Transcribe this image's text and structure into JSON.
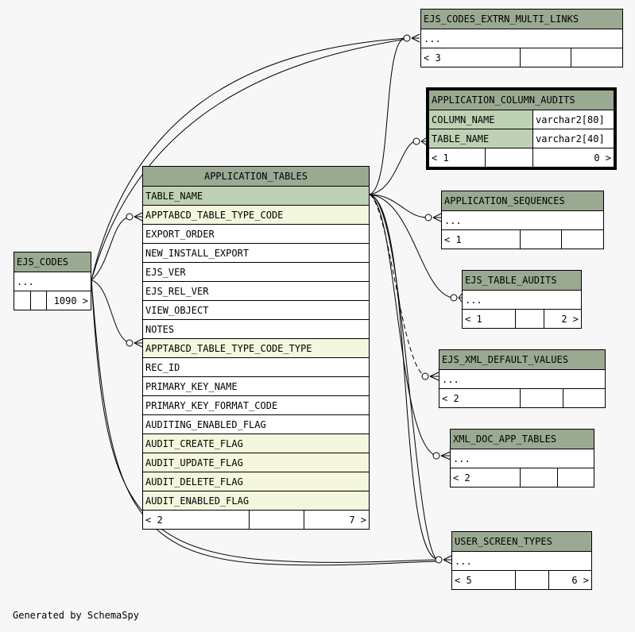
{
  "tables": {
    "ejs_codes_extrn_multi_links": {
      "name": "EJS_CODES_EXTRN_MULTI_LINKS",
      "ellipsis": "...",
      "parents": "< 3",
      "children": ""
    },
    "application_column_audits": {
      "name": "APPLICATION_COLUMN_AUDITS",
      "columns": [
        {
          "name": "COLUMN_NAME",
          "type": "varchar2[80]"
        },
        {
          "name": "TABLE_NAME",
          "type": "varchar2[40]"
        }
      ],
      "parents": "< 1",
      "children": "0 >"
    },
    "application_sequences": {
      "name": "APPLICATION_SEQUENCES",
      "ellipsis": "...",
      "parents": "< 1",
      "children": ""
    },
    "ejs_table_audits": {
      "name": "EJS_TABLE_AUDITS",
      "ellipsis": "...",
      "parents": "< 1",
      "children": "2 >"
    },
    "ejs_xml_default_values": {
      "name": "EJS_XML_DEFAULT_VALUES",
      "ellipsis": "...",
      "parents": "< 2",
      "children": ""
    },
    "xml_doc_app_tables": {
      "name": "XML_DOC_APP_TABLES",
      "ellipsis": "...",
      "parents": "< 2",
      "children": ""
    },
    "user_screen_types": {
      "name": "USER_SCREEN_TYPES",
      "ellipsis": "...",
      "parents": "< 5",
      "children": "6 >"
    },
    "ejs_codes": {
      "name": "EJS_CODES",
      "ellipsis": "...",
      "parents": "",
      "children": "1090 >"
    },
    "application_tables": {
      "name": "APPLICATION_TABLES",
      "columns": [
        "TABLE_NAME",
        "APPTABCD_TABLE_TYPE_CODE",
        "EXPORT_ORDER",
        "NEW_INSTALL_EXPORT",
        "EJS_VER",
        "EJS_REL_VER",
        "VIEW_OBJECT",
        "NOTES",
        "APPTABCD_TABLE_TYPE_CODE_TYPE",
        "REC_ID",
        "PRIMARY_KEY_NAME",
        "PRIMARY_KEY_FORMAT_CODE",
        "AUDITING_ENABLED_FLAG",
        "AUDIT_CREATE_FLAG",
        "AUDIT_UPDATE_FLAG",
        "AUDIT_DELETE_FLAG",
        "AUDIT_ENABLED_FLAG"
      ],
      "parents": "< 2",
      "children": "7 >"
    }
  },
  "footer": "Generated by SchemaSpy",
  "colors": {
    "header": "#9aaa92",
    "key": "#bfd1b4",
    "foreign_key": "#f4f7dd",
    "background": "#f7f7f7"
  }
}
